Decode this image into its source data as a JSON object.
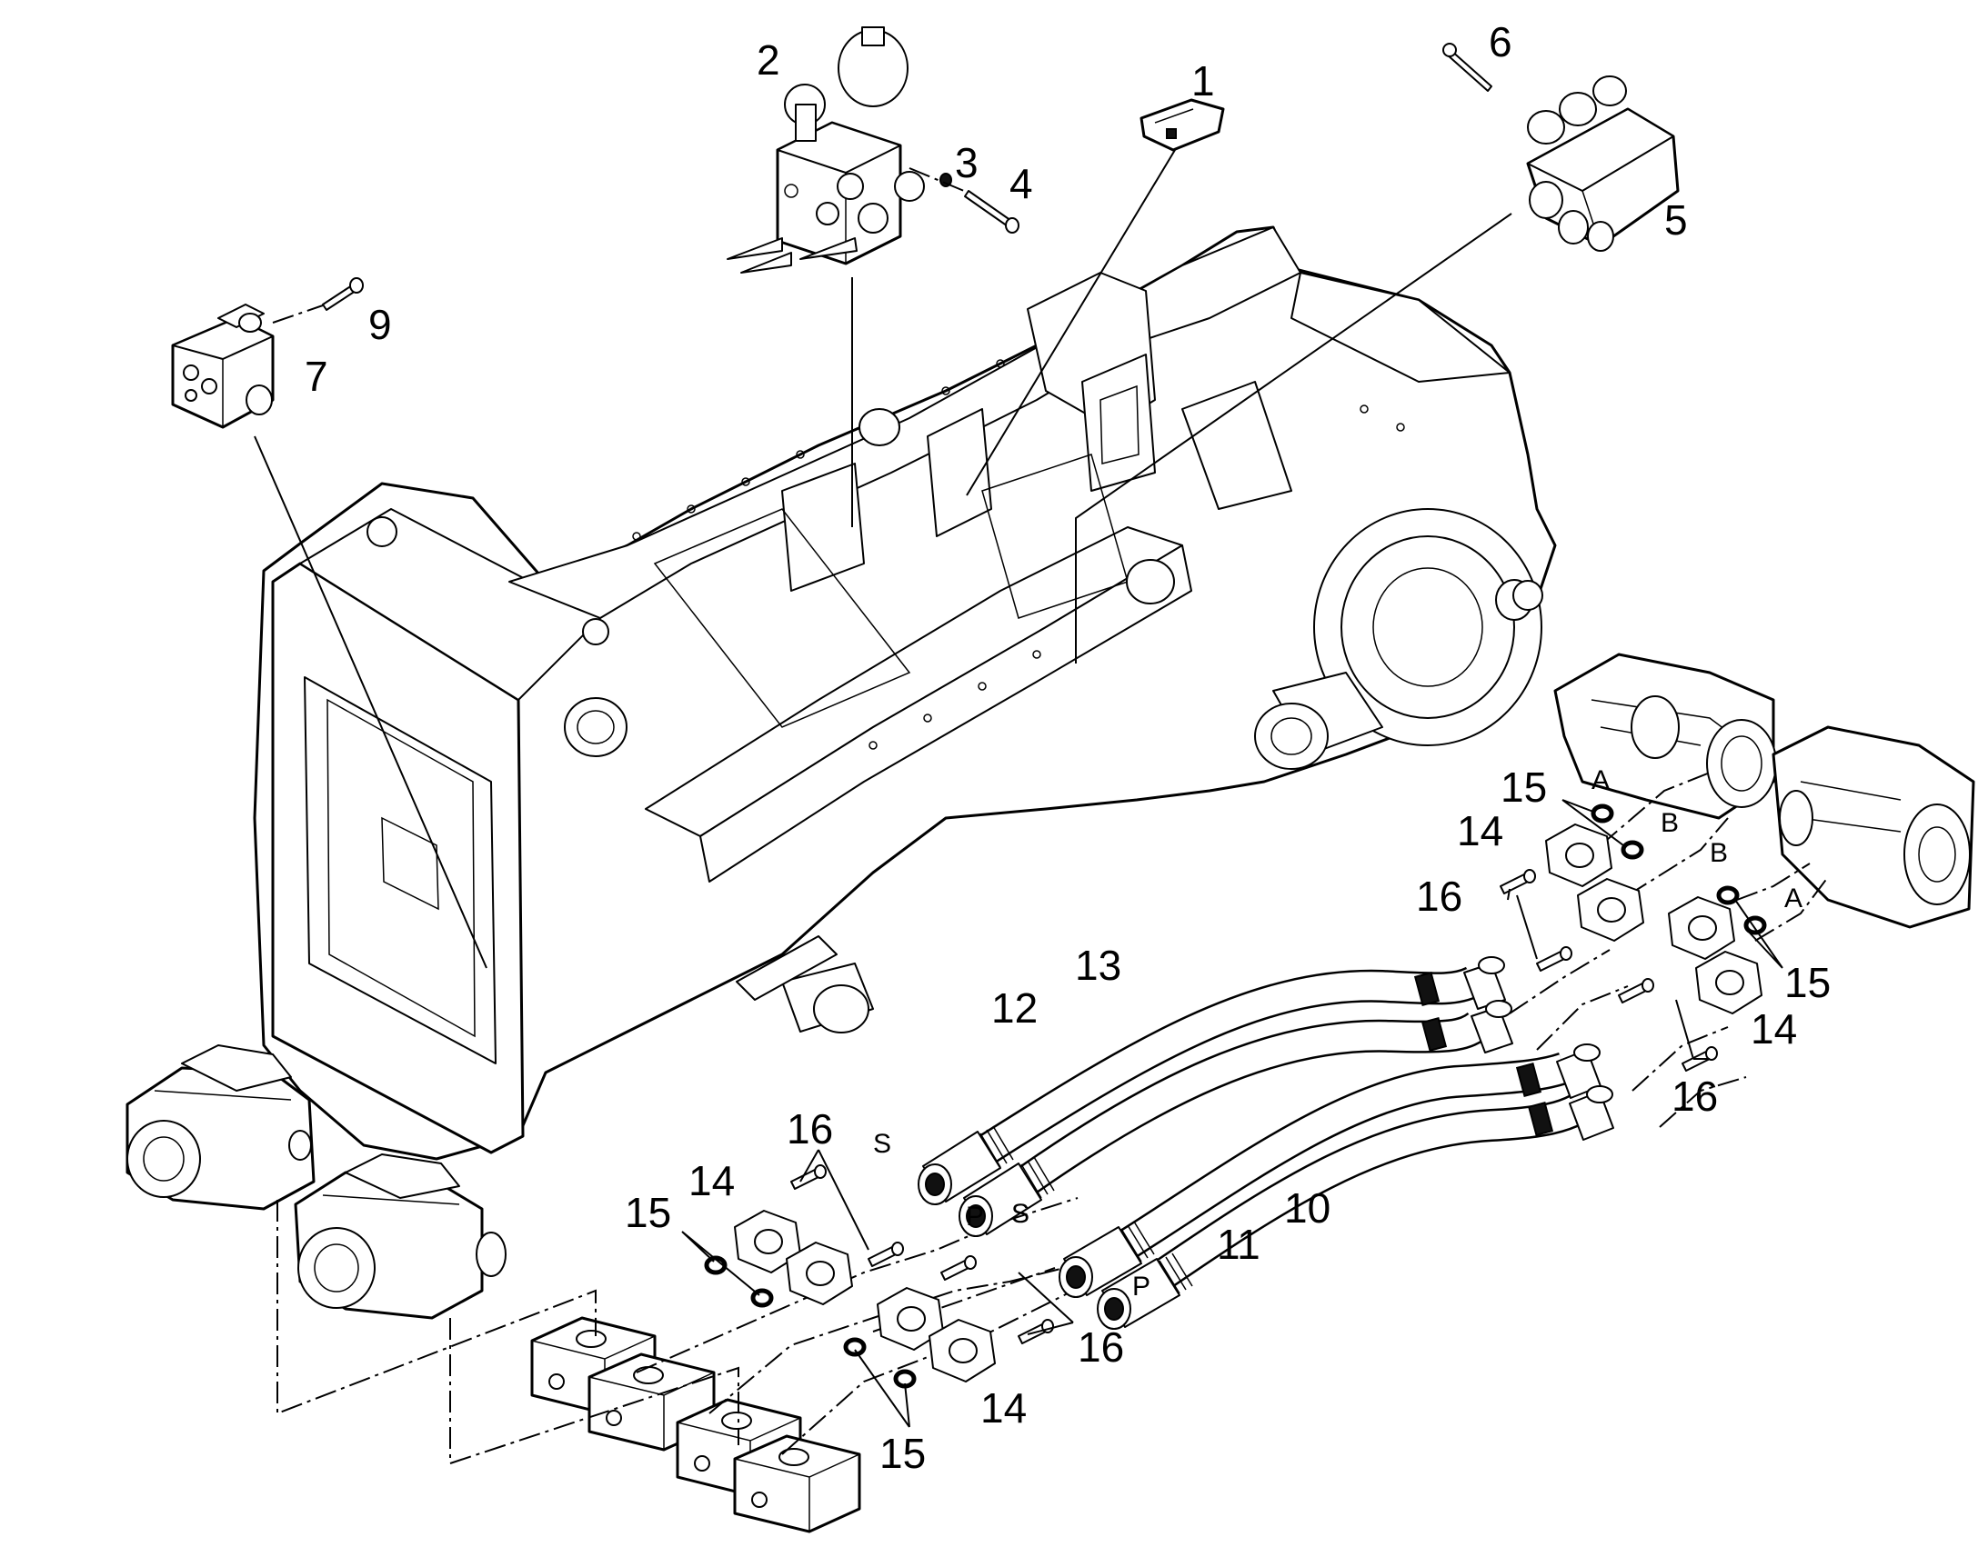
{
  "part_labels": [
    {
      "id": "1",
      "text": "1"
    },
    {
      "id": "2",
      "text": "2"
    },
    {
      "id": "3",
      "text": "3"
    },
    {
      "id": "4",
      "text": "4"
    },
    {
      "id": "5",
      "text": "5"
    },
    {
      "id": "6",
      "text": "6"
    },
    {
      "id": "7",
      "text": "7"
    },
    {
      "id": "9",
      "text": "9"
    },
    {
      "id": "10",
      "text": "10"
    },
    {
      "id": "11",
      "text": "11"
    },
    {
      "id": "12",
      "text": "12"
    },
    {
      "id": "13",
      "text": "13"
    },
    {
      "id": "14a",
      "text": "14"
    },
    {
      "id": "14b",
      "text": "14"
    },
    {
      "id": "14c",
      "text": "14"
    },
    {
      "id": "14d",
      "text": "14"
    },
    {
      "id": "15a",
      "text": "15"
    },
    {
      "id": "15b",
      "text": "15"
    },
    {
      "id": "15c",
      "text": "15"
    },
    {
      "id": "15d",
      "text": "15"
    },
    {
      "id": "16a",
      "text": "16"
    },
    {
      "id": "16b",
      "text": "16"
    },
    {
      "id": "16c",
      "text": "16"
    },
    {
      "id": "16d",
      "text": "16"
    }
  ],
  "port_labels": [
    {
      "id": "A1",
      "text": "A"
    },
    {
      "id": "B1",
      "text": "B"
    },
    {
      "id": "B2",
      "text": "B"
    },
    {
      "id": "A2",
      "text": "A"
    },
    {
      "id": "S1",
      "text": "S"
    },
    {
      "id": "P1",
      "text": "P"
    },
    {
      "id": "S2",
      "text": "S"
    },
    {
      "id": "P2",
      "text": "P"
    }
  ],
  "icons": {
    "frame": "chassis-frame-icon",
    "valve": "valve-block-icon",
    "pump": "hydraulic-pump-icon",
    "motor": "hydraulic-motor-icon",
    "hose": "hose-icon",
    "flange": "split-flange-icon",
    "bolt": "bolt-icon",
    "oring": "o-ring-icon"
  }
}
